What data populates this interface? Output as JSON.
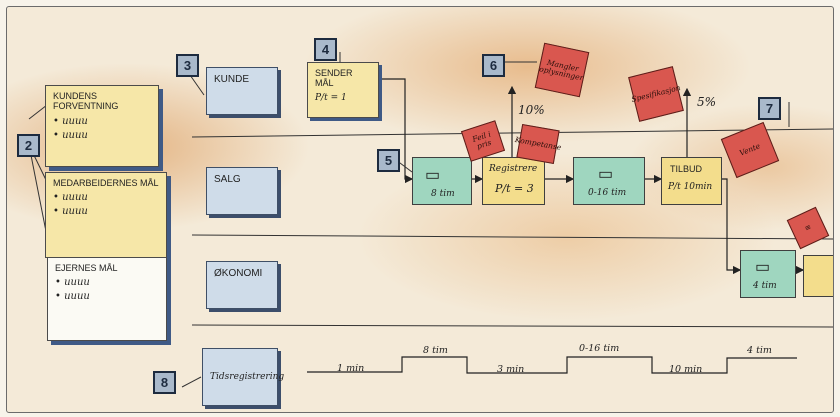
{
  "callouts": [
    "2",
    "3",
    "4",
    "5",
    "6",
    "7",
    "8"
  ],
  "left_panels": {
    "customer_expectation": {
      "title": "KUNDENS FORVENTNING",
      "bullets": [
        "• uuuu",
        "• uuuu"
      ]
    },
    "employee_goals": {
      "title": "MEDARBEIDERNES MÅL",
      "bullets": [
        "• uuuu",
        "• uuuu"
      ]
    },
    "owner_goals": {
      "title": "EJERNES MÅL",
      "bullets": [
        "• uuuu",
        "• uuuu"
      ]
    }
  },
  "lanes": [
    "KUNDE",
    "SALG",
    "ØKONOMI"
  ],
  "sender": {
    "title": "SENDER MÅL",
    "note": "P/t = 1"
  },
  "process": {
    "inbox_time": "8 tim",
    "register_title": "Registrere",
    "register_note": "P/t = 3",
    "queue_time": "0-16 tim",
    "tilbud_title": "TILBUD",
    "tilbud_note": "P/t 10min",
    "economy_time": "4 tim"
  },
  "red_notes": {
    "mangler": "Mangler oplysninger",
    "feil": "Feil i pris",
    "kompetanse": "Kompetanse",
    "spesifikasjon": "Spesifikasjon",
    "vente": "Vente"
  },
  "percentages": {
    "register_out": "10%",
    "tilbud_out": "5%"
  },
  "timeline": {
    "label": "Tidsregistrering",
    "values": [
      "1 min",
      "8 tim",
      "3 min",
      "0-16 tim",
      "10 min",
      "4 tim"
    ]
  },
  "colors": {
    "lane_box": "#cfdce9",
    "note_yellow": "#f6e7a8",
    "process_green": "#9fd6bf",
    "process_yellow": "#f3dd8c",
    "problem_red": "#d9574f",
    "callout": "#a9b9cb"
  }
}
